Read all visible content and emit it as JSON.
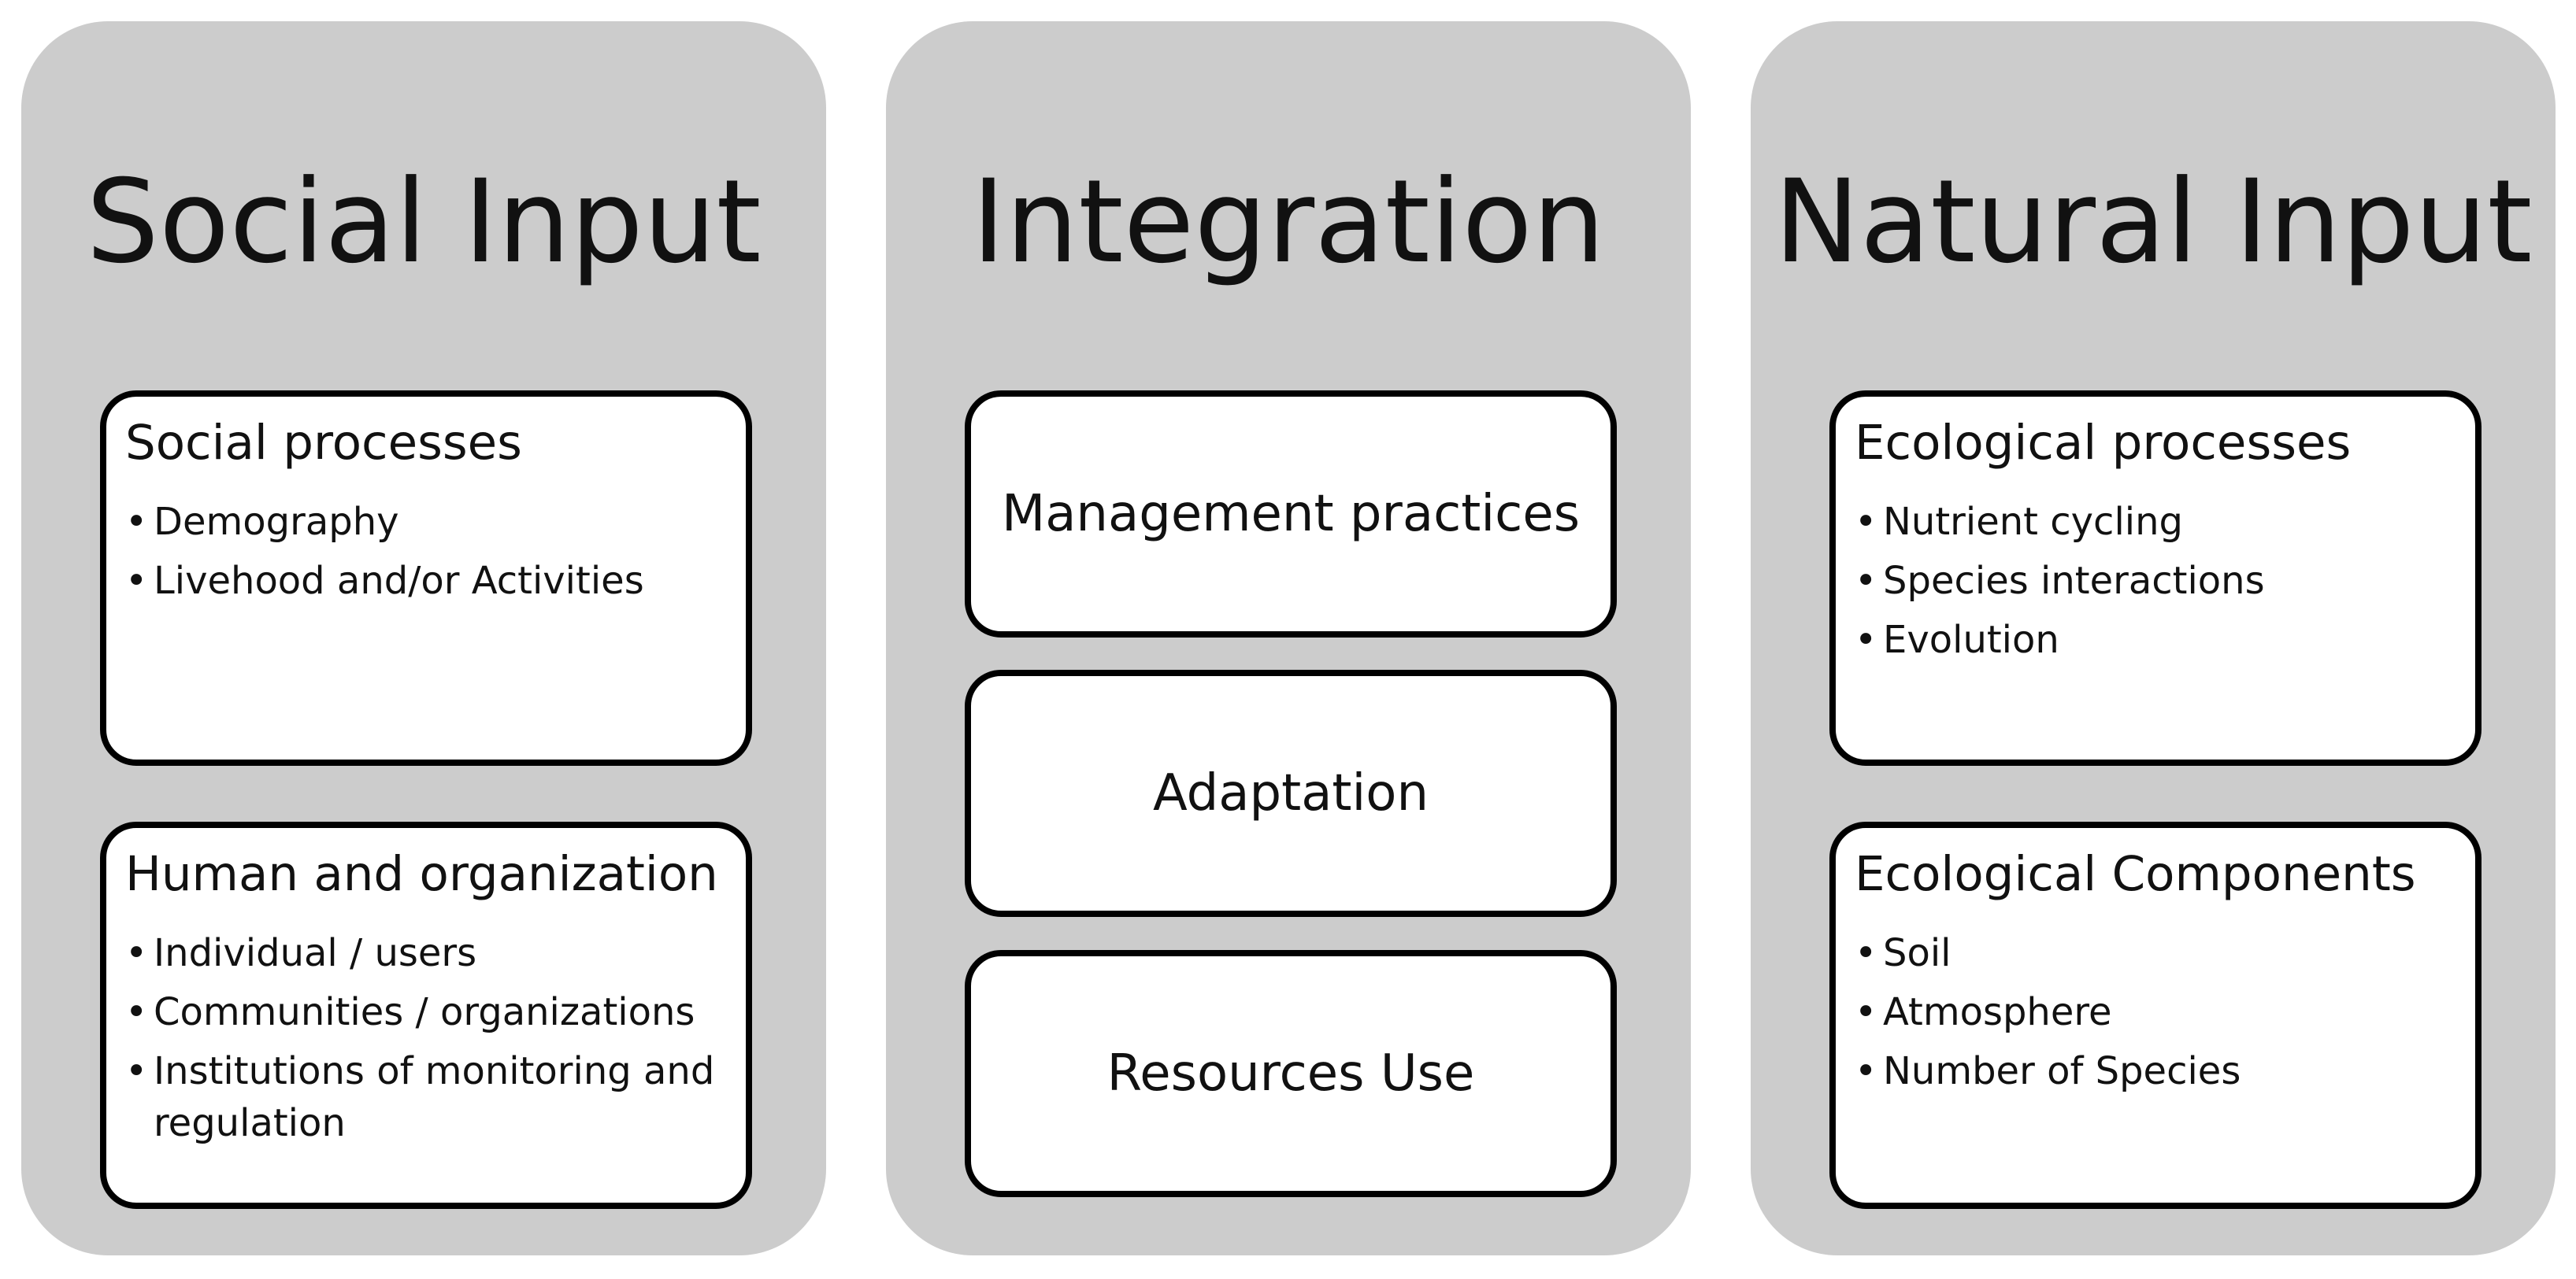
{
  "columns": [
    {
      "title": "Social Input",
      "boxes": [
        {
          "heading": "Social processes",
          "items": [
            "Demography",
            "Livehood and/or Activities"
          ]
        },
        {
          "heading": "Human and organization",
          "items": [
            "Individual / users",
            "Communities / organizations",
            "Institutions of monitoring and regulation"
          ]
        }
      ]
    },
    {
      "title": "Integration",
      "boxes": [
        {
          "label": "Management practices"
        },
        {
          "label": "Adaptation"
        },
        {
          "label": "Resources Use"
        }
      ]
    },
    {
      "title": "Natural Input",
      "boxes": [
        {
          "heading": "Ecological processes",
          "items": [
            "Nutrient cycling",
            "Species interactions",
            "Evolution"
          ]
        },
        {
          "heading": "Ecological Components",
          "items": [
            "Soil",
            "Atmosphere",
            "Number of Species"
          ]
        }
      ]
    }
  ],
  "colors": {
    "panel": "#cccccc",
    "box": "#ffffff",
    "border": "#000000",
    "text": "#111111"
  }
}
